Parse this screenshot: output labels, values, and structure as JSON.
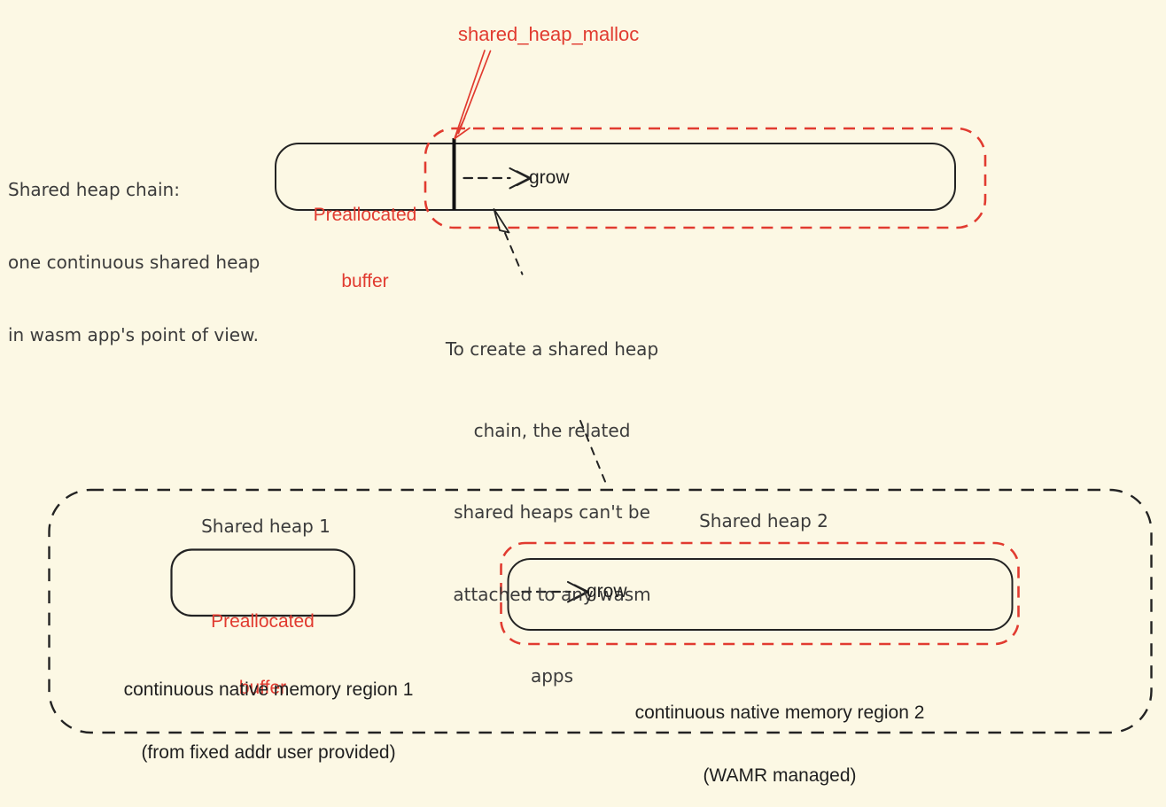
{
  "colors": {
    "background": "#fcf8e4",
    "accent_red": "#e13b30",
    "stroke_ink": "#232323",
    "note_text": "#3b3b3b"
  },
  "top_section": {
    "malloc_label": "shared_heap_malloc",
    "side_note_lines": [
      "Shared heap chain:",
      "one continuous shared heap",
      "in wasm app's point of view."
    ],
    "bar": {
      "prealloc_line1": "Preallocated",
      "prealloc_line2": "buffer",
      "grow_label": "grow"
    }
  },
  "middle_note_lines": [
    "To create a shared heap",
    "chain, the related",
    "shared heaps can't be",
    "attached to any wasm",
    "apps"
  ],
  "bottom_section": {
    "heap1": {
      "title": "Shared heap 1",
      "prealloc_line1": "Preallocated",
      "prealloc_line2": "buffer",
      "caption_line1": "continuous native memory region 1",
      "caption_line2": "(from fixed addr user provided)"
    },
    "heap2": {
      "title": "Shared heap 2",
      "grow_label": "grow",
      "caption_line1": "continuous native memory region 2",
      "caption_line2": "(WAMR managed)"
    }
  },
  "icons": {
    "malloc_arrow": "red-double-line-arrow-icon",
    "grow_arrow": "dashed-chevron-arrow-icon",
    "bar_note_arrow": "dashed-cursor-arrow-icon"
  }
}
